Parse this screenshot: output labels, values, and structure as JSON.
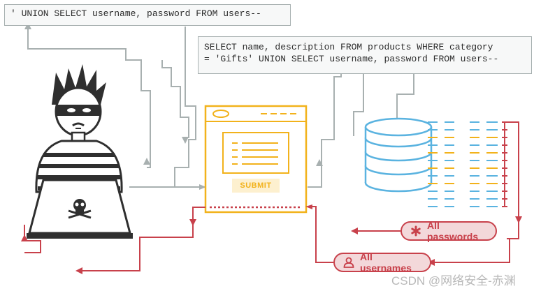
{
  "code_boxes": {
    "injection_input": "' UNION SELECT username, password FROM users--",
    "query_line1": "SELECT name, description FROM products WHERE category",
    "query_line2": "= 'Gifts' UNION SELECT username, password FROM users--"
  },
  "form": {
    "submit_label": "SUBMIT"
  },
  "results": {
    "passwords_label": "All passwords",
    "usernames_label": "All usernames"
  },
  "watermark": "CSDN @网络安全-赤渊",
  "colors": {
    "gray_line": "#a8b0b0",
    "accent_yellow": "#f2b21b",
    "accent_blue": "#5ab3e0",
    "accent_red": "#c8414b",
    "dark": "#2f2f2f"
  },
  "icons": [
    "hacker-figure-icon",
    "skull-icon",
    "database-icon",
    "asterisk-icon",
    "user-icon"
  ]
}
